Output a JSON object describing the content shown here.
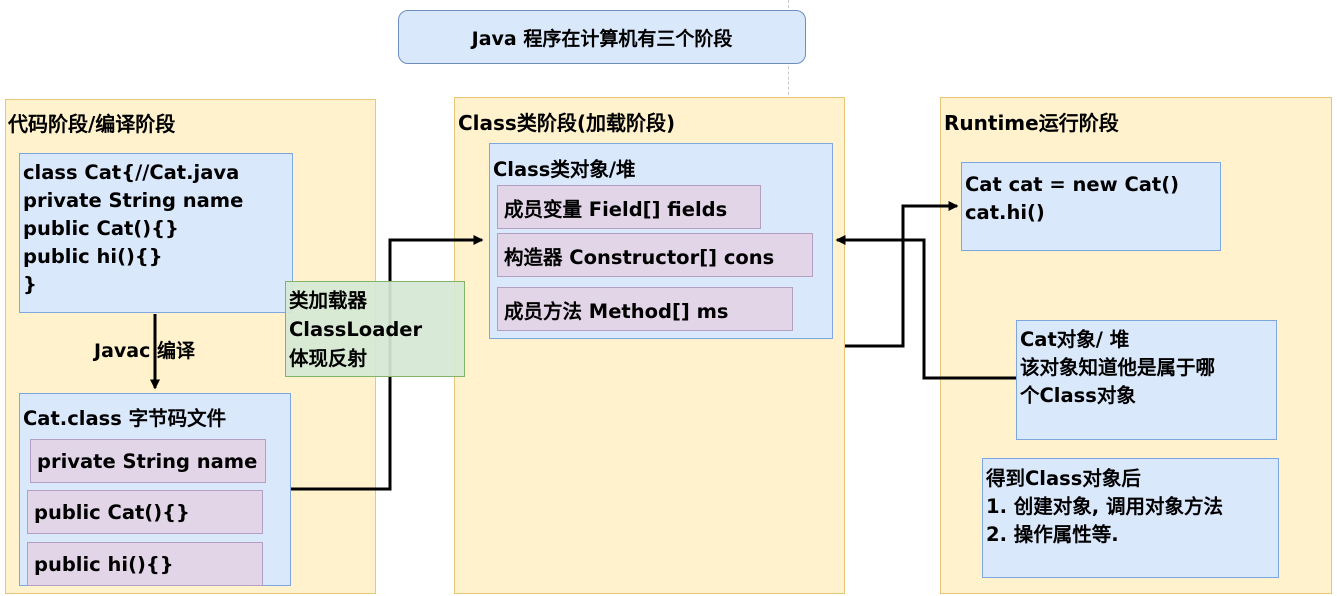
{
  "header": {
    "title": "Java 程序在计算机有三个阶段"
  },
  "stage_code": {
    "title": "代码阶段/编译阶段",
    "source_lines": [
      "class Cat{//Cat.java",
      "private String name",
      "public Cat(){}",
      "public hi(){}",
      "}"
    ],
    "compile_label": "Javac 编译",
    "bytecode_title": "Cat.class 字节码文件",
    "bytecode_items": [
      "private String name",
      "public Cat(){}",
      "public hi(){}"
    ]
  },
  "classloader": {
    "lines": [
      "类加载器",
      "ClassLoader",
      "体现反射"
    ]
  },
  "stage_class": {
    "title": "Class类阶段(加载阶段)",
    "object_title": "Class类对象/堆",
    "items": [
      "成员变量 Field[] fields",
      "构造器 Constructor[] cons",
      "成员方法 Method[] ms"
    ]
  },
  "stage_runtime": {
    "title": "Runtime运行阶段",
    "code_lines": [
      "Cat cat = new Cat()",
      "cat.hi()"
    ],
    "object_lines": [
      "Cat对象/ 堆",
      "该对象知道他是属于哪",
      "个Class对象"
    ],
    "result_lines": [
      "得到Class对象后",
      "1. 创建对象, 调用对象方法",
      "2. 操作属性等."
    ]
  }
}
